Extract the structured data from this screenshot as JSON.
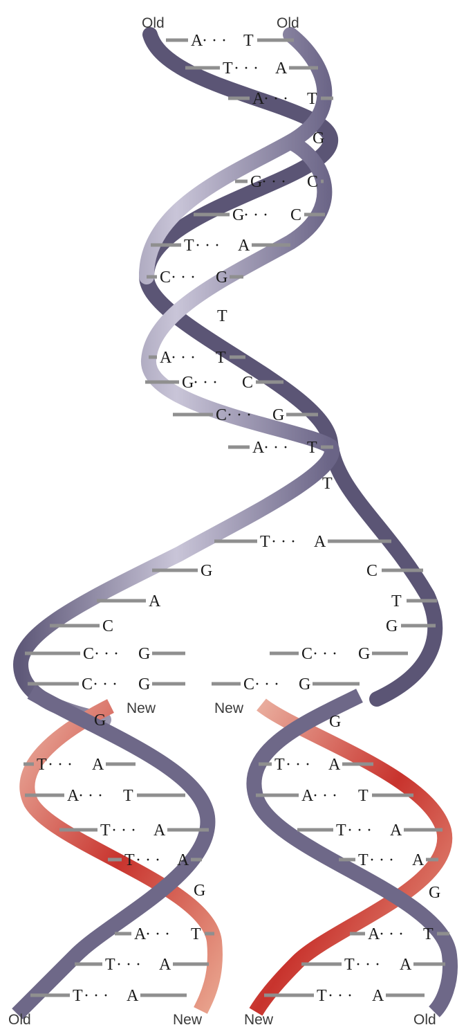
{
  "labels": {
    "top_left": "Old",
    "top_right": "Old",
    "fork_new_left": "New",
    "fork_new_right": "New",
    "bottom_1": "Old",
    "bottom_2": "New",
    "bottom_3": "New",
    "bottom_4": "Old"
  },
  "parent_pairs": [
    {
      "left": "A",
      "right": "T"
    },
    {
      "left": "T",
      "right": "A"
    },
    {
      "left": "A",
      "right": "T"
    },
    {
      "left": "G",
      "right": "C"
    },
    {
      "left": "G",
      "right": "C"
    },
    {
      "left": "T",
      "right": "A"
    },
    {
      "left": "C",
      "right": "G"
    },
    {
      "left": "A",
      "right": "T"
    },
    {
      "left": "G",
      "right": "C"
    },
    {
      "left": "C",
      "right": "G"
    },
    {
      "left": "A",
      "right": "T"
    },
    {
      "left": "T",
      "right": "A"
    }
  ],
  "crossing_bases": [
    "G",
    "T",
    "T"
  ],
  "unpaired_left": [
    "G",
    "A",
    "C"
  ],
  "unpaired_right": [
    "C",
    "T",
    "G"
  ],
  "fork_pairs": [
    {
      "left": "C",
      "right": "G"
    },
    {
      "left": "C",
      "right": "G"
    },
    {
      "left": "C",
      "right": "G"
    },
    {
      "left": "C",
      "right": "G"
    }
  ],
  "daughter_left_pairs": [
    {
      "left": "T",
      "right": "A"
    },
    {
      "left": "A",
      "right": "T"
    },
    {
      "left": "T",
      "right": "A"
    },
    {
      "left": "T",
      "right": "A"
    },
    {
      "left": "A",
      "right": "T"
    },
    {
      "left": "T",
      "right": "A"
    },
    {
      "left": "T",
      "right": "A"
    }
  ],
  "daughter_right_pairs": [
    {
      "left": "T",
      "right": "A"
    },
    {
      "left": "A",
      "right": "T"
    },
    {
      "left": "T",
      "right": "A"
    },
    {
      "left": "T",
      "right": "A"
    },
    {
      "left": "A",
      "right": "T"
    },
    {
      "left": "T",
      "right": "A"
    },
    {
      "left": "T",
      "right": "A"
    }
  ],
  "daughter_crossing_bases": [
    "G",
    "G",
    "G",
    "G"
  ],
  "colors": {
    "old_strand": "#6e6888",
    "old_strand_light": "#b9b5cc",
    "new_strand": "#c8332d",
    "new_strand_light": "#e9a58f",
    "bond": "#8f8f8f"
  }
}
